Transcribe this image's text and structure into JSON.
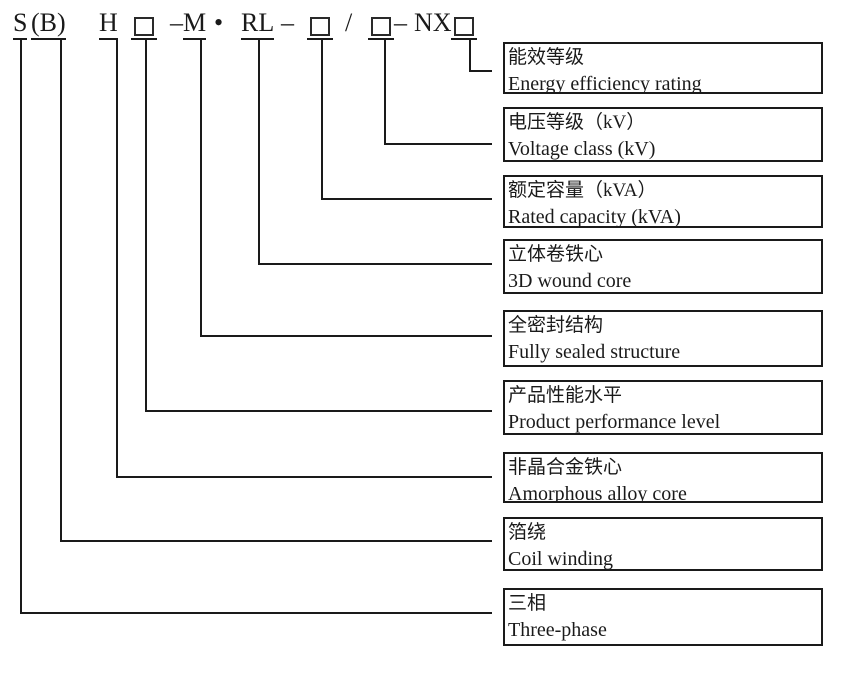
{
  "code": {
    "s": "S",
    "b": "(B)",
    "h": "H",
    "m": "M",
    "rl": "RL",
    "nx": "NX",
    "dash": "–",
    "dot": "•",
    "slash": "/",
    "placeholder_symbol": "□"
  },
  "labels": [
    {
      "zh": "能效等级",
      "en": "Energy efficiency rating"
    },
    {
      "zh": "电压等级（kV）",
      "en": "Voltage class (kV)"
    },
    {
      "zh": "额定容量（kVA）",
      "en": "Rated capacity (kVA)"
    },
    {
      "zh": "立体卷铁心",
      "en": "3D wound core"
    },
    {
      "zh": "全密封结构",
      "en": "Fully sealed structure"
    },
    {
      "zh": "产品性能水平",
      "en": "Product performance level"
    },
    {
      "zh": "非晶合金铁心",
      "en": "Amorphous alloy core"
    },
    {
      "zh": "箔绕",
      "en": "Coil winding"
    },
    {
      "zh": "三相",
      "en": "Three-phase"
    }
  ],
  "colors": {
    "ink": "#1a1a1a",
    "background": "#ffffff"
  }
}
